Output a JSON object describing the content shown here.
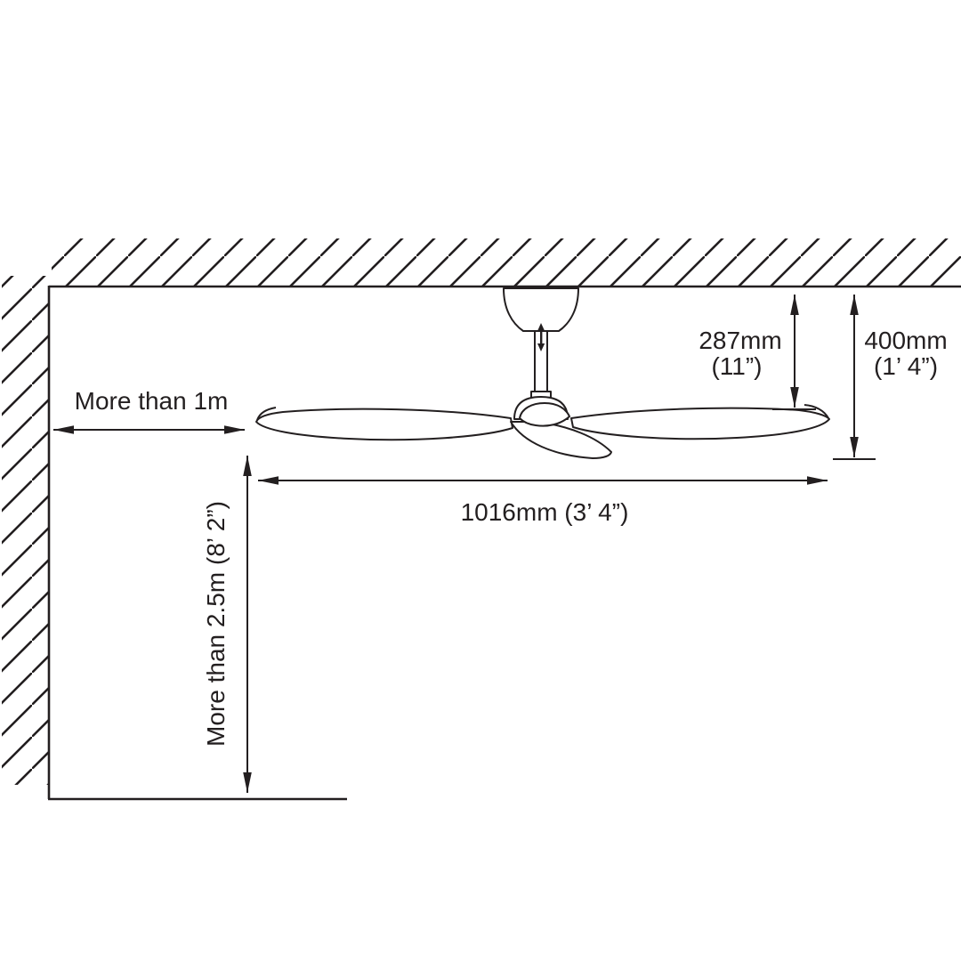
{
  "diagram": {
    "type": "installation-clearance-diagram",
    "subject": "ceiling-fan",
    "colors": {
      "line": "#231f20",
      "background": "#ffffff"
    },
    "labels": {
      "wall_clearance": "More than 1m",
      "floor_clearance": "More than 2.5m (8’ 2”)",
      "ceiling_to_blade_metric": "287mm",
      "ceiling_to_blade_imperial": "(11”)",
      "total_drop_metric": "400mm",
      "total_drop_imperial": "(1’ 4”)",
      "blade_sweep": "1016mm  (3’ 4”)"
    }
  }
}
